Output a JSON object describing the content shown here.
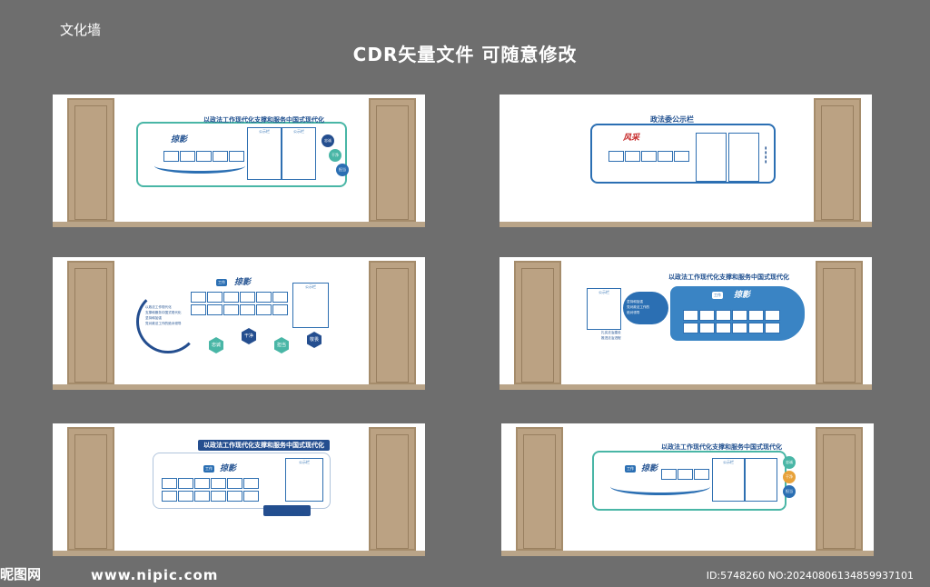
{
  "header": {
    "top_left_label": "文化墙",
    "headline": "CDR矢量文件  可随意修改"
  },
  "panels": {
    "slogan": "以政法工作现代化支撑和服务中国式现代化",
    "notice_board": "公示栏",
    "work_photo": "工作",
    "brush_text": "掠影",
    "zhengfa_title": "政法委公示栏",
    "feng_brush": "风采",
    "values": [
      "忠诚",
      "干净",
      "担当",
      "敬畏"
    ],
    "text_lines": [
      "以政法工作现代化",
      "支撑和服务中国式现代化",
      "坚持和加强",
      "党对政法工作的绝对领导"
    ],
    "slogan_b": [
      "坚持和加强",
      "党对政法工作的",
      "绝对领导"
    ],
    "slogan_c": [
      "扎实法治建设",
      "推进法治进程"
    ]
  },
  "footer": {
    "logo_text": "昵图网",
    "site": "www.nipic.com",
    "id_text": "ID:5748260 NO:20240806134859937101"
  },
  "colors": {
    "background": "#6e6e6e",
    "primary_blue": "#2b6fb3",
    "navy": "#244e8f",
    "teal": "#49b6a6",
    "wood": "#bba283"
  }
}
